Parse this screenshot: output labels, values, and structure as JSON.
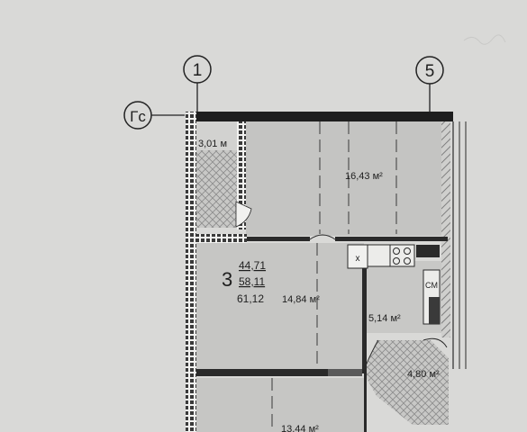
{
  "axes": {
    "left_marker": "1",
    "right_marker": "5",
    "row_marker": "Гс"
  },
  "apartment": {
    "rooms_count": "3",
    "living_area": "44,71",
    "total_area": "58,11",
    "total_area_with_balcony": "61,12"
  },
  "rooms": {
    "balcony_area": "3,01 м",
    "living_room_area": "16,43 м²",
    "bedroom_area": "14,84 м²",
    "kitchen_area": "5,14 м²",
    "hall_area": "4,80 м²",
    "lower_room_area": "13,44 м²"
  },
  "labels": {
    "utility_mark": "СМ",
    "closet_mark": "x"
  },
  "colors": {
    "paper": "#d9d9d7",
    "wall": "#1e1e1e",
    "hatch": "#8a8a8a",
    "line": "#2a2a2a"
  }
}
